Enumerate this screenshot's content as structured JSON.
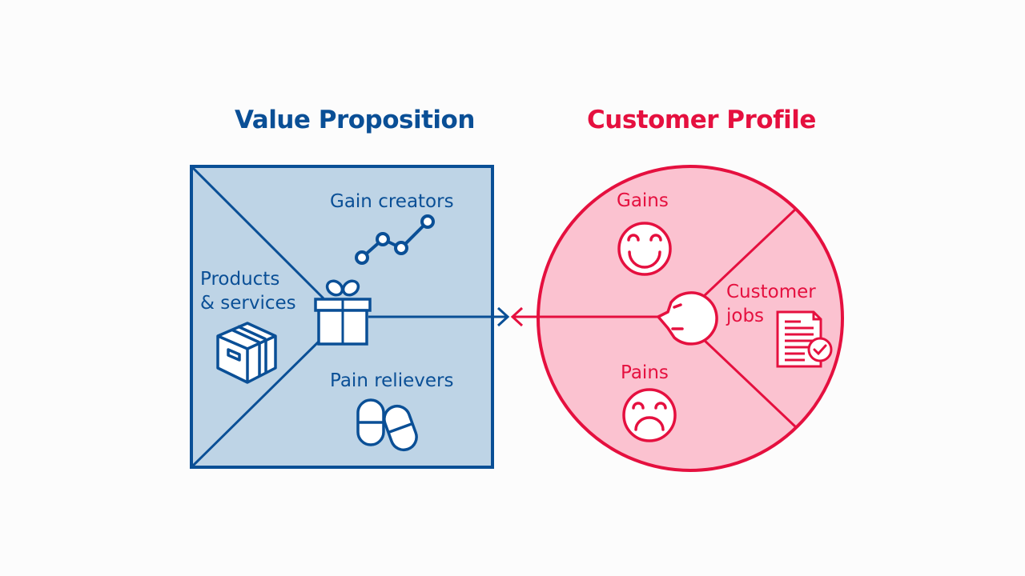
{
  "colors": {
    "blue": "#0a4f96",
    "blue_fill": "#bed4e6",
    "red": "#e5103f",
    "red_fill": "#fbc2d0",
    "background": "#fcfcfc"
  },
  "value_proposition": {
    "title": "Value Proposition",
    "sections": {
      "gain_creators": {
        "label": "Gain creators",
        "icon": "line-graph-icon"
      },
      "products_services": {
        "label_line1": "Products",
        "label_line2": "& services",
        "icon": "box-icon"
      },
      "pain_relievers": {
        "label": "Pain relievers",
        "icon": "pills-icon"
      }
    },
    "center_icon": "gift-icon"
  },
  "customer_profile": {
    "title": "Customer Profile",
    "sections": {
      "gains": {
        "label": "Gains",
        "icon": "smiley-face-icon"
      },
      "customer_jobs": {
        "label_line1": "Customer",
        "label_line2": "jobs",
        "icon": "document-check-icon"
      },
      "pains": {
        "label": "Pains",
        "icon": "sad-face-icon"
      }
    },
    "center_icon": "customer-head-icon"
  },
  "connector": {
    "description": "fit arrows between value proposition and customer profile"
  }
}
